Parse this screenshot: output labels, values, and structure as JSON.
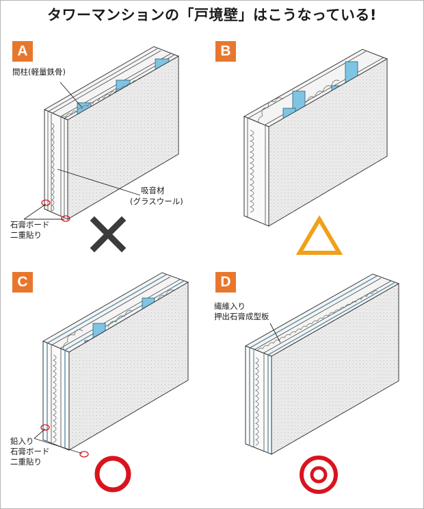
{
  "title": "タワーマンションの「戸境壁」はこうなっている!",
  "panels": [
    {
      "letter": "A",
      "labels": [
        "間柱(軽量鉄骨)",
        "吸音材",
        "(グラスウール)",
        "石膏ボード",
        "二重貼り"
      ],
      "rating": "×"
    },
    {
      "letter": "B",
      "labels": [],
      "rating": "△"
    },
    {
      "letter": "C",
      "labels": [
        "鉛入り",
        "石膏ボード",
        "二重貼り"
      ],
      "rating": "○"
    },
    {
      "letter": "D",
      "labels": [
        "繊維入り",
        "押出石膏成型板"
      ],
      "rating": "◎"
    }
  ],
  "colors": {
    "badge": "#e8772e",
    "cross": "#3b3b3b",
    "triangle": "#f0a019",
    "circle": "#d9141e",
    "stud": "#7fc4e3",
    "board": "#ebebeb"
  }
}
